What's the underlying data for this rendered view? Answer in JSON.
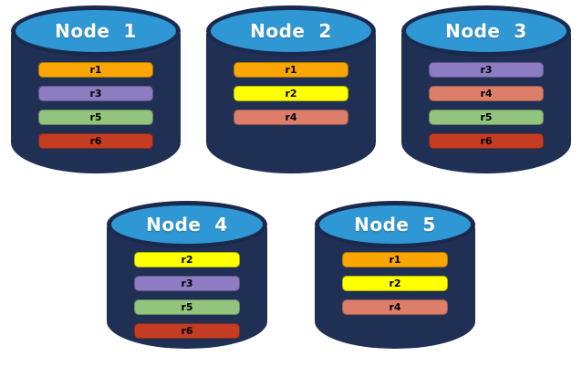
{
  "palette": {
    "cylinder_body": "#203055",
    "cylinder_outline": "#1A2A4E",
    "cylinder_top": "#2F97D4",
    "title_text": "#FFFFFF",
    "bar_text": "#000000"
  },
  "replica_colors": {
    "r1": "#F9A602",
    "r2": "#FFFF00",
    "r3": "#8E7CC3",
    "r4": "#DD7E6B",
    "r5": "#93C47D",
    "r6": "#C43C21"
  },
  "nodes": [
    {
      "label": "Node  1",
      "replicas": [
        {
          "label": "r1",
          "color": "#F9A602"
        },
        {
          "label": "r3",
          "color": "#8E7CC3"
        },
        {
          "label": "r5",
          "color": "#93C47D"
        },
        {
          "label": "r6",
          "color": "#C43C21"
        }
      ]
    },
    {
      "label": "Node  2",
      "replicas": [
        {
          "label": "r1",
          "color": "#F9A602"
        },
        {
          "label": "r2",
          "color": "#FFFF00"
        },
        {
          "label": "r4",
          "color": "#DD7E6B"
        }
      ]
    },
    {
      "label": "Node  3",
      "replicas": [
        {
          "label": "r3",
          "color": "#8E7CC3"
        },
        {
          "label": "r4",
          "color": "#DD7E6B"
        },
        {
          "label": "r5",
          "color": "#93C47D"
        },
        {
          "label": "r6",
          "color": "#C43C21"
        }
      ]
    },
    {
      "label": "Node  4",
      "replicas": [
        {
          "label": "r2",
          "color": "#FFFF00"
        },
        {
          "label": "r3",
          "color": "#8E7CC3"
        },
        {
          "label": "r5",
          "color": "#93C47D"
        },
        {
          "label": "r6",
          "color": "#C43C21"
        }
      ]
    },
    {
      "label": "Node  5",
      "replicas": [
        {
          "label": "r1",
          "color": "#F9A602"
        },
        {
          "label": "r2",
          "color": "#FFFF00"
        },
        {
          "label": "r4",
          "color": "#DD7E6B"
        }
      ]
    }
  ]
}
